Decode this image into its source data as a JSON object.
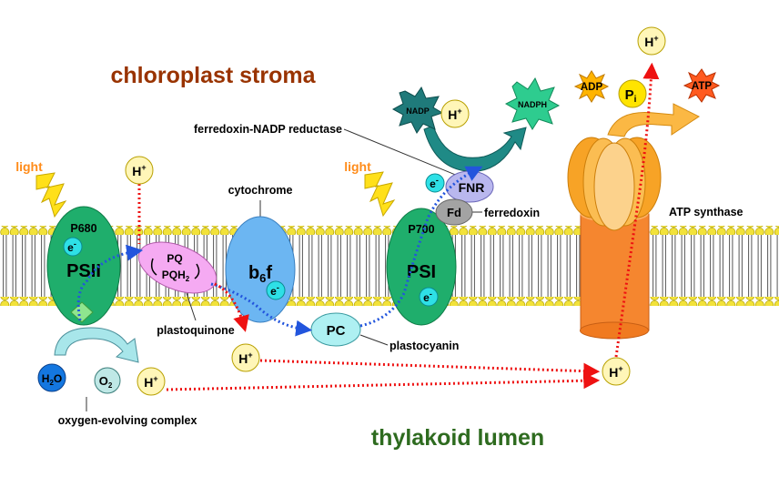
{
  "regions": {
    "stroma": "chloroplast stroma",
    "lumen": "thylakoid lumen"
  },
  "complexes": {
    "psii": {
      "code": "P680",
      "name": "PSII"
    },
    "psi": {
      "code": "P700",
      "name": "PSI"
    },
    "b6f": {
      "main": "b",
      "sub": "6",
      "tail": "f"
    },
    "pq": {
      "top": "PQ",
      "bottom_main": "PQH",
      "bottom_sub": "2"
    },
    "pc": "PC",
    "fd": "Fd",
    "fnr": "FNR"
  },
  "labels": {
    "light_left": "light",
    "light_right": "light",
    "cytochrome": "cytochrome",
    "fnr_full": "ferredoxin-NADP reductase",
    "ferredoxin": "ferredoxin",
    "plastoquinone": "plastoquinone",
    "plastocyanin": "plastocyanin",
    "oec": "oxygen-evolving complex",
    "atp_synthase": "ATP synthase"
  },
  "molecules": {
    "electron": "e",
    "electron_sup": "-",
    "proton": "H",
    "proton_sup": "+",
    "water_main": "H",
    "water_sub": "2",
    "water_tail": "O",
    "oxygen_main": "O",
    "oxygen_sub": "2",
    "nadp": "NADP",
    "nadph": "NADPH",
    "adp": "ADP",
    "pi_main": "P",
    "pi_sub": "i",
    "atp": "ATP"
  },
  "colors": {
    "stroma_title": "#993300",
    "lumen_title": "#2e6b1f",
    "light": "#ff8c1a",
    "lipid_head": "#f2e23a",
    "psii": "#1fae6c",
    "psi": "#1fae6c",
    "b6f": "#6cb6f2",
    "pq": "#f5aaf2",
    "pc": "#aef0f2",
    "fnr": "#b9b7ee",
    "fd": "#a3a3a3",
    "atp_synthase_stalk": "#f5862f",
    "atp_synthase_head": "#fbb844",
    "electron_fill": "#2ee0e6",
    "proton_fill": "#fff6b8",
    "water_fill": "#1477e0",
    "oxygen_fill": "#bfe8e6",
    "nadp_fill": "#1f7a7a",
    "nadph_fill": "#2ecc8f",
    "adp_fill": "#ffb400",
    "pi_fill": "#ffe400",
    "atp_fill": "#ff5a1f",
    "electron_path": "#2255dd",
    "proton_path": "#ee1111"
  }
}
